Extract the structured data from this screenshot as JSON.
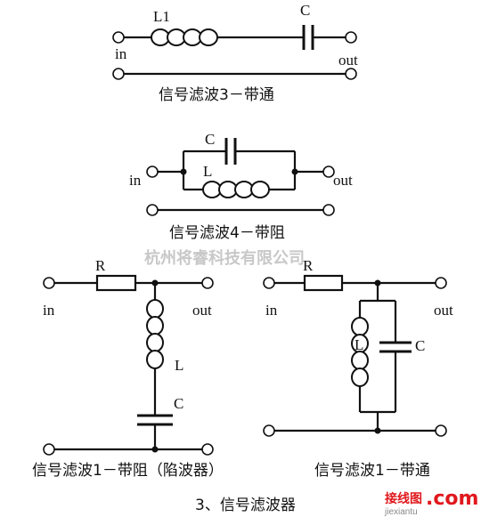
{
  "figure_caption": "3、信号滤波器",
  "watermark": "杭州将睿科技有限公司",
  "logo": {
    "cn": "接线图",
    "dot_com": ".com",
    "latin": "jiexiantu"
  },
  "circuits": {
    "bandpass_series": {
      "caption": "信号滤波3－带通",
      "in": "in",
      "out": "out",
      "inductor": "L1",
      "capacitor": "C"
    },
    "bandstop_parallel": {
      "caption": "信号滤波4－带阻",
      "in": "in",
      "out": "out",
      "inductor": "L",
      "capacitor": "C"
    },
    "notch": {
      "caption": "信号滤波1－带阻（陷波器）",
      "in": "in",
      "out": "out",
      "resistor": "R",
      "inductor": "L",
      "capacitor": "C"
    },
    "bandpass_shunt": {
      "caption": "信号滤波1－带通",
      "in": "in",
      "out": "out",
      "resistor": "R",
      "inductor": "L",
      "capacitor": "C"
    }
  }
}
